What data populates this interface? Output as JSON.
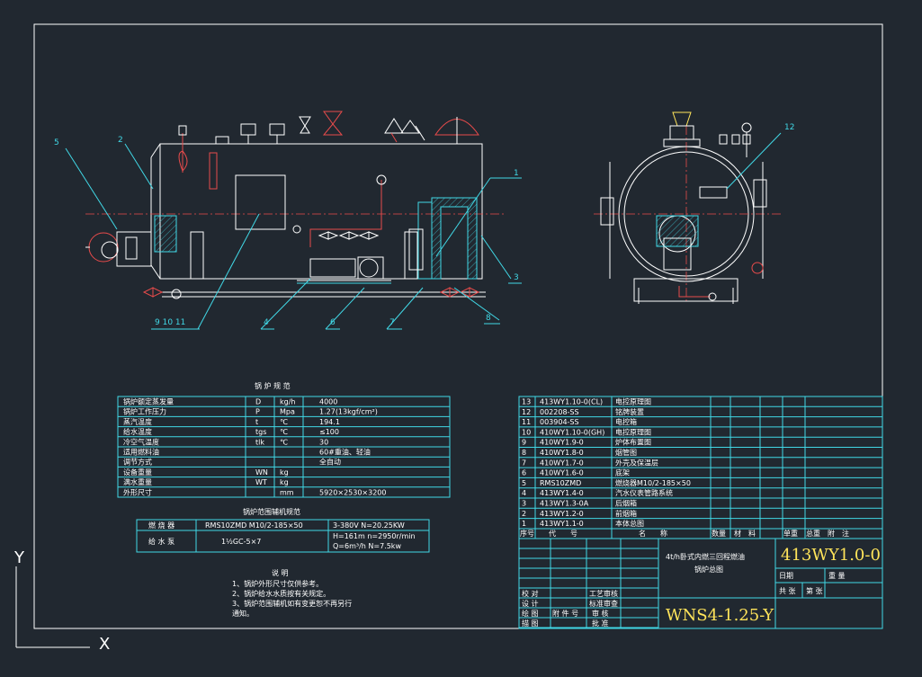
{
  "callouts": [
    "1",
    "2",
    "3",
    "4",
    "5",
    "6",
    "7",
    "8",
    "9 10 11",
    "12"
  ],
  "params_table": {
    "title": "锅 炉 规 范",
    "rows": [
      {
        "name": "锅炉额定蒸发量",
        "sym": "D",
        "unit": "kg/h",
        "value": "4000"
      },
      {
        "name": "锅炉工作压力",
        "sym": "P",
        "unit": "Mpa",
        "value": "1.27(13kgf/cm²)"
      },
      {
        "name": "蒸汽温度",
        "sym": "t",
        "unit": "℃",
        "value": "194.1"
      },
      {
        "name": "给水温度",
        "sym": "tgs",
        "unit": "℃",
        "value": "≤100"
      },
      {
        "name": "冷空气温度",
        "sym": "tlk",
        "unit": "℃",
        "value": "30"
      },
      {
        "name": "适用燃料油",
        "sym": "",
        "unit": "",
        "value": "60#重油、轻油"
      },
      {
        "name": "调节方式",
        "sym": "",
        "unit": "",
        "value": "全自动"
      },
      {
        "name": "设备重量",
        "sym": "WN",
        "unit": "kg",
        "value": ""
      },
      {
        "name": "满水重量",
        "sym": "WT",
        "unit": "kg",
        "value": ""
      },
      {
        "name": "外形尺寸",
        "sym": "",
        "unit": "mm",
        "value": "5920×2530×3200"
      }
    ]
  },
  "aux_table": {
    "title": "锅炉范围辅机规范",
    "rows": [
      {
        "name": "燃 烧 器",
        "model": "RMS10ZMD M10/2-185×50",
        "spec1": "3-380V N=20.25KW",
        "spec2": ""
      },
      {
        "name": "给 水 泵",
        "model": "1½GC-5×7",
        "spec1": "H=161m n=2950r/min",
        "spec2": "Q=6m³/h N=7.5kw"
      }
    ]
  },
  "notes": {
    "title": "说  明",
    "lines": [
      "1、锅炉外形尺寸仅供参考。",
      "2、锅炉给水水质按有关规定。",
      "3、锅炉范围辅机如有变更恕不再另行",
      "通知。"
    ]
  },
  "bom": {
    "rows": [
      {
        "no": "13",
        "code": "413WY1.10-0(CL)",
        "name": "电控原理图"
      },
      {
        "no": "12",
        "code": "002208-SS",
        "name": "铭牌装置"
      },
      {
        "no": "11",
        "code": "003904-SS",
        "name": "电控箱"
      },
      {
        "no": "10",
        "code": "410WY1.10-0(GH)",
        "name": "电控原理图"
      },
      {
        "no": "9",
        "code": "410WY1.9-0",
        "name": "炉体布置图"
      },
      {
        "no": "8",
        "code": "410WY1.8-0",
        "name": "烟管图"
      },
      {
        "no": "7",
        "code": "410WY1.7-0",
        "name": "外壳及保温层"
      },
      {
        "no": "6",
        "code": "410WY1.6-0",
        "name": "底架"
      },
      {
        "no": "5",
        "code": "RMS10ZMD",
        "name": "燃烧器M10/2-185×50"
      },
      {
        "no": "4",
        "code": "413WY1.4-0",
        "name": "汽水仪表管路系统"
      },
      {
        "no": "3",
        "code": "413WY1.3-0A",
        "name": "后烟箱"
      },
      {
        "no": "2",
        "code": "413WY1.2-0",
        "name": "前烟箱"
      },
      {
        "no": "1",
        "code": "413WY1.1-0",
        "name": "本体总图"
      }
    ],
    "headers": [
      "序号",
      "代　　号",
      "名　　称",
      "数量",
      "材　料",
      "单重",
      "总重",
      "附　注"
    ]
  },
  "title_block": {
    "description_line1": "4t/h卧式内燃三回程燃油",
    "description_line2": "锅炉总图",
    "drawing_no": "413WY1.0-0",
    "model": "WNS4-1.25-Y",
    "date_label": "日期",
    "weight_label": "重 量",
    "sheets_total_label": "共 张",
    "sheet_label": "第 张",
    "sign_labels": [
      "校 对",
      "设 计",
      "绘 图",
      "描 图"
    ],
    "sign_labels2": [
      "工艺审核",
      "标准审查",
      "审 核",
      "批 准"
    ],
    "misc_labels": [
      "附 件 号"
    ]
  },
  "ucs": {
    "y": "Y",
    "x": "X"
  }
}
